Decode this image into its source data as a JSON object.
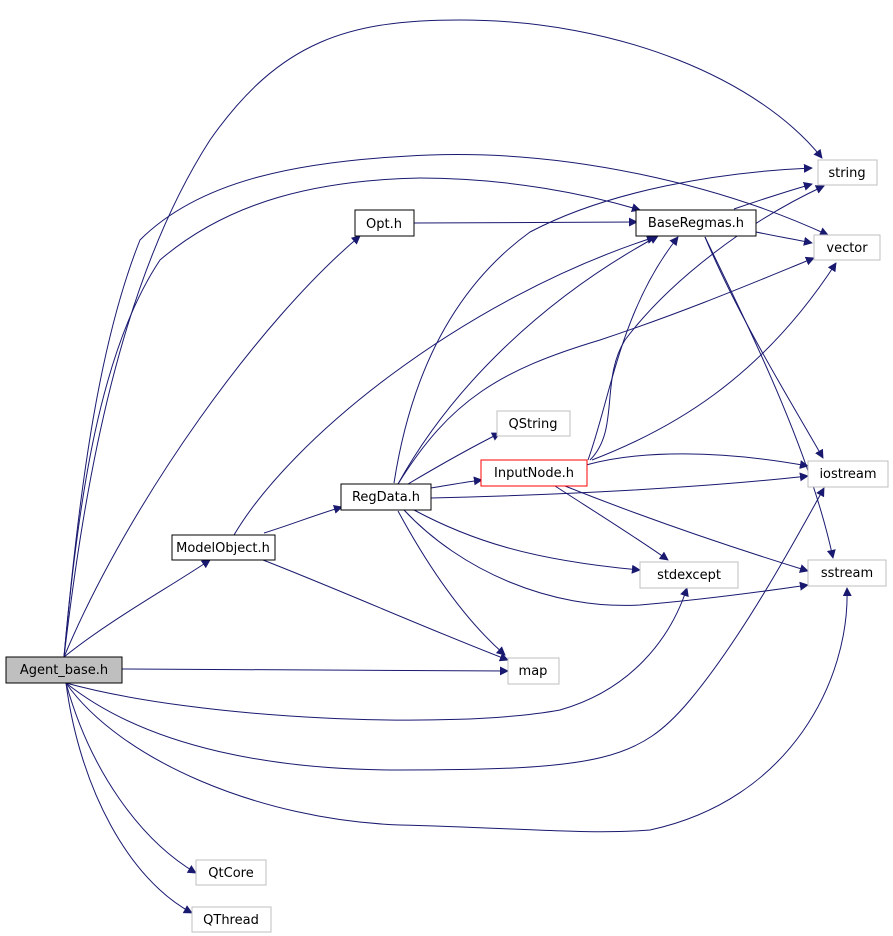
{
  "colors": {
    "edge": "#191970",
    "node_border_internal": "#000000",
    "node_border_external": "#bfbfbf",
    "node_border_highlight": "#ff0000",
    "root_fill": "#bfbfbf",
    "node_fill": "#ffffff"
  },
  "nodes": {
    "agent_base": {
      "label": "Agent_base.h",
      "kind": "root"
    },
    "model_object": {
      "label": "ModelObject.h",
      "kind": "internal"
    },
    "opt": {
      "label": "Opt.h",
      "kind": "internal"
    },
    "reg_data": {
      "label": "RegData.h",
      "kind": "internal"
    },
    "base_regmas": {
      "label": "BaseRegmas.h",
      "kind": "internal"
    },
    "input_node": {
      "label": "InputNode.h",
      "kind": "highlight"
    },
    "qstring": {
      "label": "QString",
      "kind": "external"
    },
    "string": {
      "label": "string",
      "kind": "external"
    },
    "vector": {
      "label": "vector",
      "kind": "external"
    },
    "iostream": {
      "label": "iostream",
      "kind": "external"
    },
    "sstream": {
      "label": "sstream",
      "kind": "external"
    },
    "stdexcept": {
      "label": "stdexcept",
      "kind": "external"
    },
    "map": {
      "label": "map",
      "kind": "external"
    },
    "qtcore": {
      "label": "QtCore",
      "kind": "external"
    },
    "qthread": {
      "label": "QThread",
      "kind": "external"
    }
  },
  "edges": [
    [
      "agent_base",
      "string"
    ],
    [
      "agent_base",
      "vector"
    ],
    [
      "agent_base",
      "base_regmas"
    ],
    [
      "agent_base",
      "opt"
    ],
    [
      "agent_base",
      "model_object"
    ],
    [
      "agent_base",
      "map"
    ],
    [
      "agent_base",
      "stdexcept"
    ],
    [
      "agent_base",
      "iostream"
    ],
    [
      "agent_base",
      "sstream"
    ],
    [
      "agent_base",
      "qtcore"
    ],
    [
      "agent_base",
      "qthread"
    ],
    [
      "opt",
      "base_regmas"
    ],
    [
      "model_object",
      "reg_data"
    ],
    [
      "model_object",
      "base_regmas"
    ],
    [
      "model_object",
      "map"
    ],
    [
      "reg_data",
      "string"
    ],
    [
      "reg_data",
      "base_regmas"
    ],
    [
      "reg_data",
      "vector"
    ],
    [
      "reg_data",
      "qstring"
    ],
    [
      "reg_data",
      "input_node"
    ],
    [
      "reg_data",
      "iostream"
    ],
    [
      "reg_data",
      "stdexcept"
    ],
    [
      "reg_data",
      "sstream"
    ],
    [
      "reg_data",
      "map"
    ],
    [
      "base_regmas",
      "string"
    ],
    [
      "base_regmas",
      "vector"
    ],
    [
      "base_regmas",
      "iostream"
    ],
    [
      "base_regmas",
      "sstream"
    ],
    [
      "input_node",
      "base_regmas"
    ],
    [
      "input_node",
      "string"
    ],
    [
      "input_node",
      "vector"
    ],
    [
      "input_node",
      "iostream"
    ],
    [
      "input_node",
      "stdexcept"
    ],
    [
      "input_node",
      "sstream"
    ]
  ]
}
